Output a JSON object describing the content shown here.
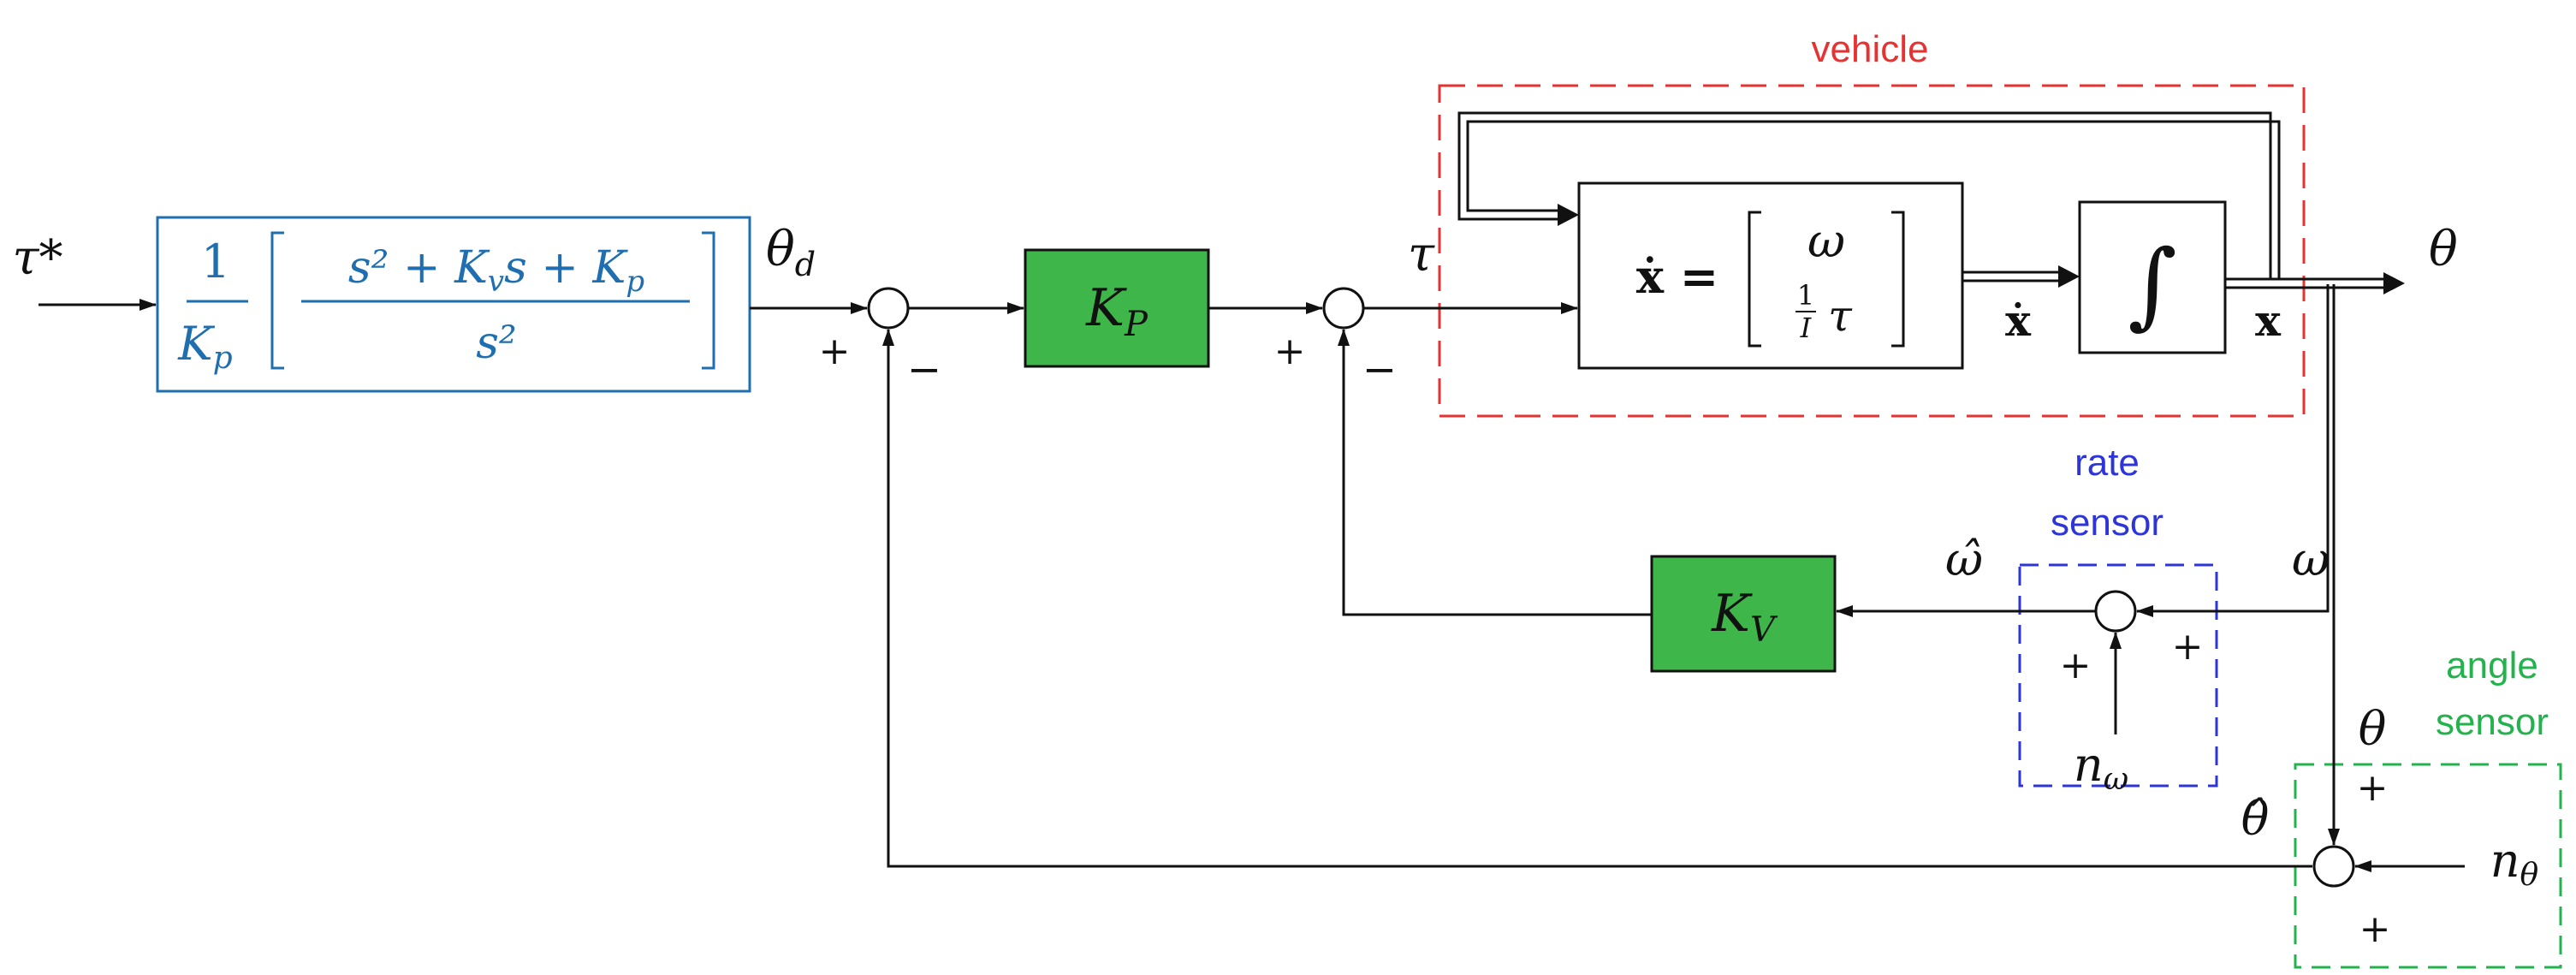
{
  "colors": {
    "line": "#111111",
    "block_fill": "#3fb64a",
    "prefilter": "#1f6fb0",
    "vehicle": "#e83232",
    "rate_sensor": "#2d35d8",
    "angle_sensor": "#23b34d"
  },
  "labels": {
    "vehicle": "vehicle",
    "rate_sensor": [
      "rate",
      "sensor"
    ],
    "angle_sensor": [
      "angle",
      "sensor"
    ],
    "input": "τ*",
    "theta_d": "θ",
    "theta_d_sub": "d",
    "tau": "τ",
    "theta_out": "θ",
    "xdot_mid": "ẋ",
    "x_out": "x",
    "omega": "ω",
    "omega_hat": "ω̂",
    "theta_sensor": "θ",
    "theta_hat": "θ̂",
    "n_omega": "n",
    "n_omega_sub": "ω",
    "n_theta": "n",
    "n_theta_sub": "θ"
  },
  "prefilter": {
    "one": "1",
    "Kp": "K",
    "Kp_sub": "p",
    "numerator": [
      "s² + K",
      "v",
      "s + K",
      "p"
    ],
    "denominator": "s²"
  },
  "blocks": {
    "kp": {
      "main": "K",
      "sub": "P"
    },
    "kv": {
      "main": "K",
      "sub": "V"
    },
    "state": {
      "lhs": "ẋ =",
      "top": "ω",
      "frac_num": "1",
      "frac_den": "I",
      "tau": "τ"
    },
    "integrator": "∫"
  },
  "signs": {
    "sum1_plus": "+",
    "sum1_minus": "−",
    "sum2_plus": "+",
    "sum2_minus": "−",
    "sum3_left": "+",
    "sum3_right": "+",
    "sum4_top": "+",
    "sum4_bottom": "+"
  }
}
